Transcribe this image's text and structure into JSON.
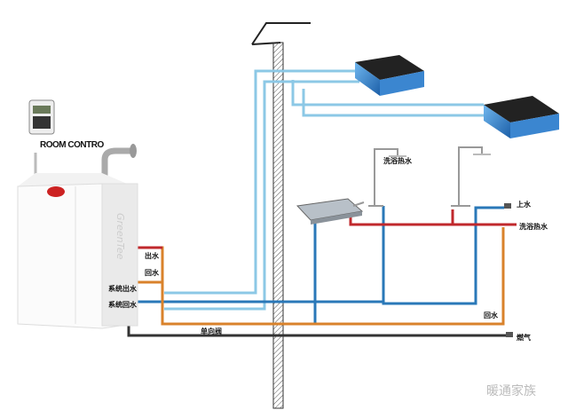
{
  "labels": {
    "room_control": "ROOM CONTRO",
    "outlet_water": "出水",
    "return_water": "回水",
    "system_outlet": "系统出水",
    "system_return": "系统回水",
    "check_valve": "单向阀",
    "shower_hot_water": "洗浴热水",
    "supply_water": "上水",
    "bath_hot_water": "洗浴热水",
    "return_water_right": "回水",
    "gas": "燃气"
  },
  "watermark": "暖通家族",
  "unit_brand": "GreenTee",
  "colors": {
    "light_blue": "#8cc8e6",
    "dark_blue": "#2a78b8",
    "red": "#c0282c",
    "orange": "#d9822b",
    "black": "#333333"
  }
}
